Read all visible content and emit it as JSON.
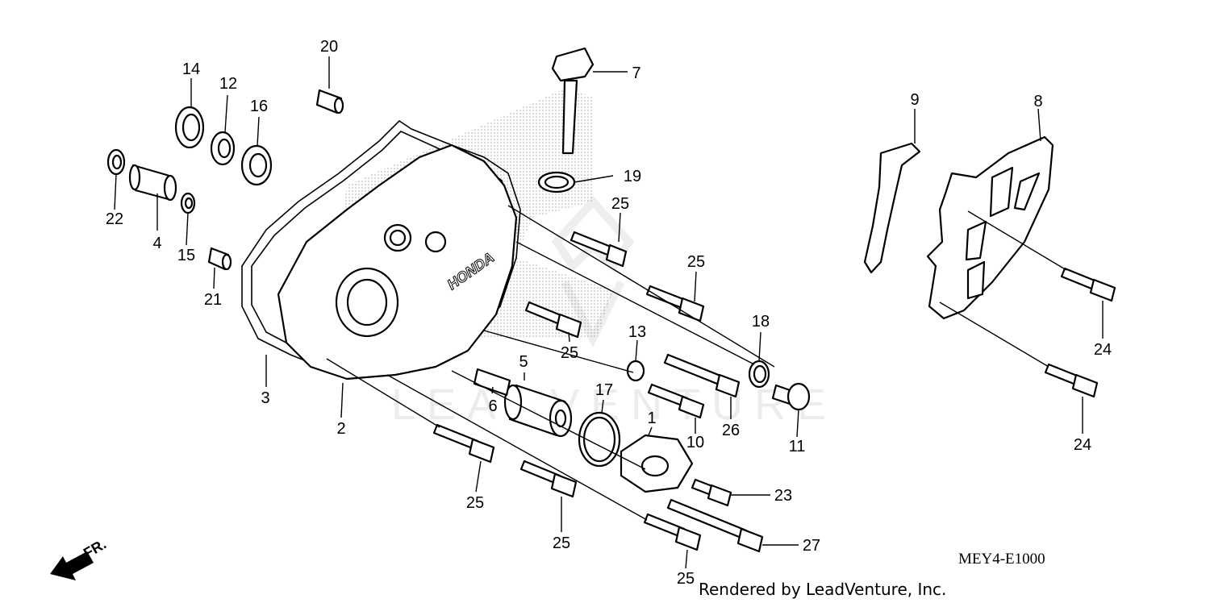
{
  "watermark": "LEADVENTURE",
  "diagram_code": "MEY4-E1000",
  "credit": "Rendered by LeadVenture, Inc.",
  "direction_label": "FR.",
  "cover_brand_text": "HONDA",
  "callouts": {
    "c1": "1",
    "c2": "2",
    "c3": "3",
    "c4": "4",
    "c5": "5",
    "c6": "6",
    "c7": "7",
    "c8": "8",
    "c9": "9",
    "c10": "10",
    "c11": "11",
    "c12": "12",
    "c13": "13",
    "c14": "14",
    "c15": "15",
    "c16": "16",
    "c17": "17",
    "c18": "18",
    "c19": "19",
    "c20": "20",
    "c21": "21",
    "c22": "22",
    "c23": "23",
    "c24a": "24",
    "c24b": "24",
    "c25a": "25",
    "c25b": "25",
    "c25c": "25",
    "c25d": "25",
    "c25e": "25",
    "c25f": "25",
    "c26": "26",
    "c27": "27"
  }
}
